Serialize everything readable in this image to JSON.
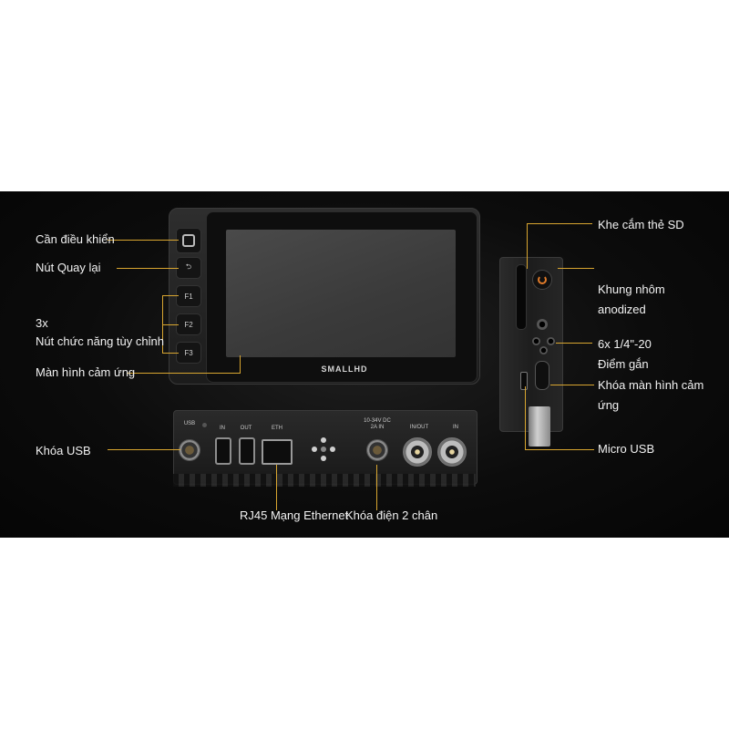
{
  "labels": {
    "joystick": "Cần điều khiển",
    "back_button": "Nút Quay lại",
    "function_count": "3x",
    "function_buttons": "Nút chức năng tùy chỉnh",
    "touchscreen": "Màn hình cảm ứng",
    "usb_lock": "Khóa USB",
    "rj45": "RJ45 Mạng Ethernet",
    "power_lock": "Khóa điện 2 chân",
    "sd_slot": "Khe cắm thẻ SD",
    "aluminum_1": "Khung nhôm",
    "aluminum_2": "anodized",
    "mount_1": "6x 1/4\"-20",
    "mount_2": "Điểm gắn",
    "touch_lock_1": "Khóa màn hình cảm",
    "touch_lock_2": "ứng",
    "micro_usb": "Micro USB"
  },
  "device": {
    "brand": "SMALLHD",
    "buttons": {
      "back": "⮌",
      "f1": "F1",
      "f2": "F2",
      "f3": "F3"
    },
    "ports": {
      "usb": "USB",
      "in": "IN",
      "out": "OUT",
      "eth": "ETH",
      "power": "10-34V DC\n2A IN",
      "in_out": "IN/OUT",
      "sdi_in": "IN"
    }
  },
  "accent_color": "#d9a630",
  "icons": [
    "joystick-icon",
    "back-icon",
    "power-icon"
  ]
}
